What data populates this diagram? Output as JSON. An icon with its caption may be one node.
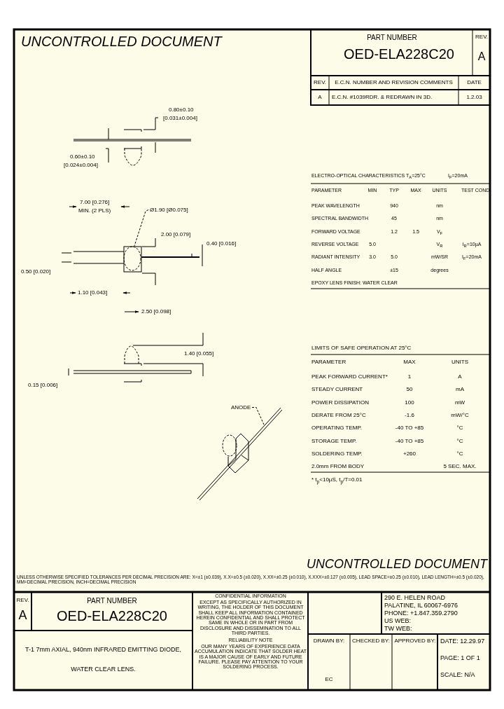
{
  "diagram": {
    "nodes": [
      {
        "text": [
          "Ø1.90 [Ø0.075]"
        ]
      },
      {
        "text": [
          "ANODE"
        ]
      }
    ],
    "edges": [
      {
        "from": 0,
        "to": null,
        "arrow": "none"
      },
      {
        "from": 1,
        "to": null,
        "arrow": "none"
      }
    ],
    "labels": [
      "UNCONTROLLED DOCUMENT",
      "PART NUMBER",
      "OED-ELA228C20",
      "REV.",
      "A",
      "REV.",
      "E.C.N. NUMBER AND REVISION COMMENTS",
      "DATE",
      "A",
      "E.C.N. #1039RDR. & REDRAWN IN 3D.",
      "1.2.03",
      "0.80±0.10",
      "[0.031±0.004]",
      "0.60±0.10",
      "[0.024±0.004]",
      "7.00 [0.276]",
      "MIN. (2 PLS)",
      "2.00 [0.079]",
      "0.40 [0.016]",
      "0.50 [0.020]",
      "1.10 [0.043]",
      "2.50 [0.098]",
      "1.40 [0.055]",
      "0.15 [0.006]",
      "ELECTRO-OPTICAL CHARACTERISTICS T$_{A}$=25°C",
      "I$_{F}$=20mA",
      "PARAMETER",
      "MIN",
      "TYP",
      "MAX",
      "UNITS",
      "TEST COND",
      "PEAK WAVELENGTH",
      "940",
      "nm",
      "SPECTRAL BANDWIDTH",
      "45",
      "nm",
      "FORWARD VOLTAGE",
      "1.2",
      "1.5",
      "V$_{F}$",
      "REVERSE VOLTAGE",
      "5.0",
      "V$_{R}$",
      "I$_{R}$=10µA",
      "RADIANT INTENSITY",
      "3.0",
      "5.0",
      "mW/SR",
      "I$_{F}$=20mA",
      "HALF ANGLE",
      "±15",
      "degrees",
      "EPOXY LENS FINISH: WATER CLEAR",
      "LIMITS OF SAFE OPERATION AT 25°C",
      "PARAMETER",
      "MAX",
      "UNITS",
      "PEAK FORWARD CURRENT*",
      "1",
      "A",
      "STEADY CURRENT",
      "50",
      "mA",
      "POWER DISSIPATION",
      "100",
      "mW",
      "DERATE FROM 25°C",
      "-1.6",
      "mW/°C",
      "OPERATING TEMP.",
      "-40 TO +85",
      "°C",
      "STORAGE TEMP.",
      "-40 TO +85",
      "°C",
      "SOLDERING TEMP.",
      "+260",
      "°C",
      "2.0mm FROM BODY",
      "5 SEC. MAX.",
      "* t$_{p}$<10µS, t$_{p}$/T=0.01",
      "UNCONTROLLED DOCUMENT",
      "UNLESS OTHERWISE SPECIFIED TOLERANCES PER DECIMAL PRECISION ARE: X=±1 (±0.039), X.X=±0.5 (±0.020), X.XX=±0.25 (±0.010), X.XXX=±0.127 (±0.005), LEAD SPACE=±0.25 (±0.010), LEAD LENGTH=±0.5 (±0.020), MM=DECIMAL PRECISION, INCH=DECIMAL PRECISION",
      "REV.",
      "A",
      "PART NUMBER",
      "OED-ELA228C20",
      "T-1 7mm AXIAL, 940nm INFRARED EMITTING DIODE,",
      "WATER CLEAR LENS.",
      "CONFIDENTIAL INFORMATION",
      "EXCEPT AS SPECIFICALLY AUTHORIZED IN WRITING, THE HOLDER OF THIS DOCUMENT SHALL KEEP ALL INFORMATION CONTAINED HEREIN CONFIDENTIAL AND SHALL PROTECT SAME IN WHOLE OR IN PART FROM DISCLOSURE AND DISSEMINATION TO ALL THIRD PARTIES.",
      "RELIABILITY NOTE",
      "OUR MANY YEARS OF EXPERIENCE DATA ACCUMULATION INDICATE THAT SOLDER HEAT IS A MAJOR CAUSE OF EARLY AND FUTURE FAILURE. PLEASE PAY ATTENTION TO YOUR SOLDERING PROCESS.",
      "290 E. HELEN ROAD",
      "PALATINE, IL 60067-6976",
      "PHONE: +1.847.359.2790",
      "US WEB:",
      "TW WEB:",
      "DRAWN BY:",
      "EC",
      "CHECKED BY:",
      "APPROVED BY:",
      "DATE: 12.29.97",
      "PAGE: 1 OF 1",
      "SCALE: N/A"
    ]
  }
}
